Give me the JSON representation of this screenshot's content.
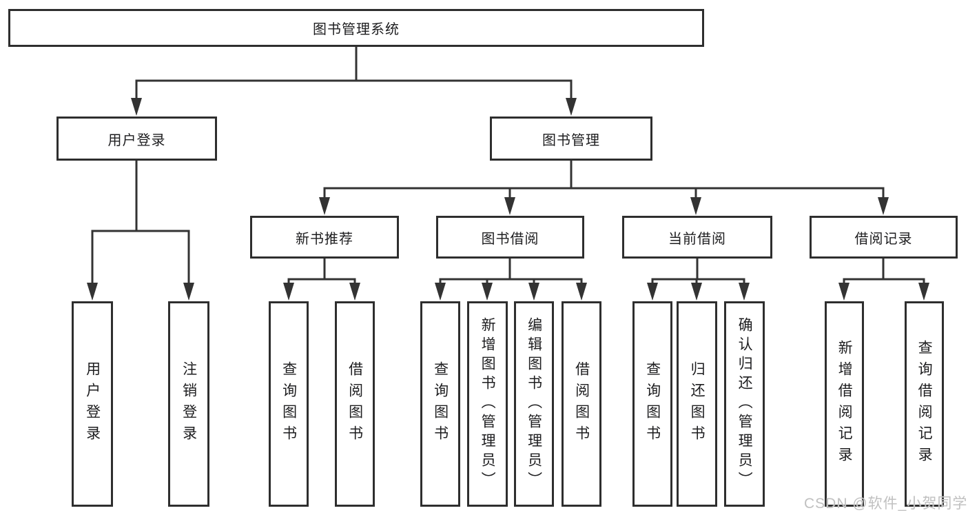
{
  "diagram": {
    "root": {
      "label": "图书管理系统"
    },
    "level2": {
      "user_login": {
        "label": "用户登录"
      },
      "book_management": {
        "label": "图书管理"
      }
    },
    "level3": {
      "new_book_recommend": {
        "label": "新书推荐"
      },
      "book_borrow": {
        "label": "图书借阅"
      },
      "current_borrow": {
        "label": "当前借阅"
      },
      "borrow_records": {
        "label": "借阅记录"
      }
    },
    "leaves": {
      "user_login": {
        "label": "用户登录"
      },
      "logout": {
        "label": "注销登录"
      },
      "query_book_1": {
        "label": "查询图书"
      },
      "borrow_book_1": {
        "label": "借阅图书"
      },
      "query_book_2": {
        "label": "查询图书"
      },
      "add_book_admin": {
        "label": "新增图书（管理员）"
      },
      "edit_book_admin": {
        "label": "编辑图书（管理员）"
      },
      "borrow_book_2": {
        "label": "借阅图书"
      },
      "query_book_3": {
        "label": "查询图书"
      },
      "return_book": {
        "label": "归还图书"
      },
      "confirm_return_admin": {
        "label": "确认归还（管理员）"
      },
      "add_borrow_record": {
        "label": "新增借阅记录"
      },
      "query_borrow_record": {
        "label": "查询借阅记录"
      }
    },
    "watermark": "CSDN @软件_小贺同学",
    "colors": {
      "line": "#333333",
      "border": "#2e2e2e",
      "text": "#1d1d1f",
      "watermark": "#c0c0c0",
      "background": "#ffffff"
    }
  }
}
